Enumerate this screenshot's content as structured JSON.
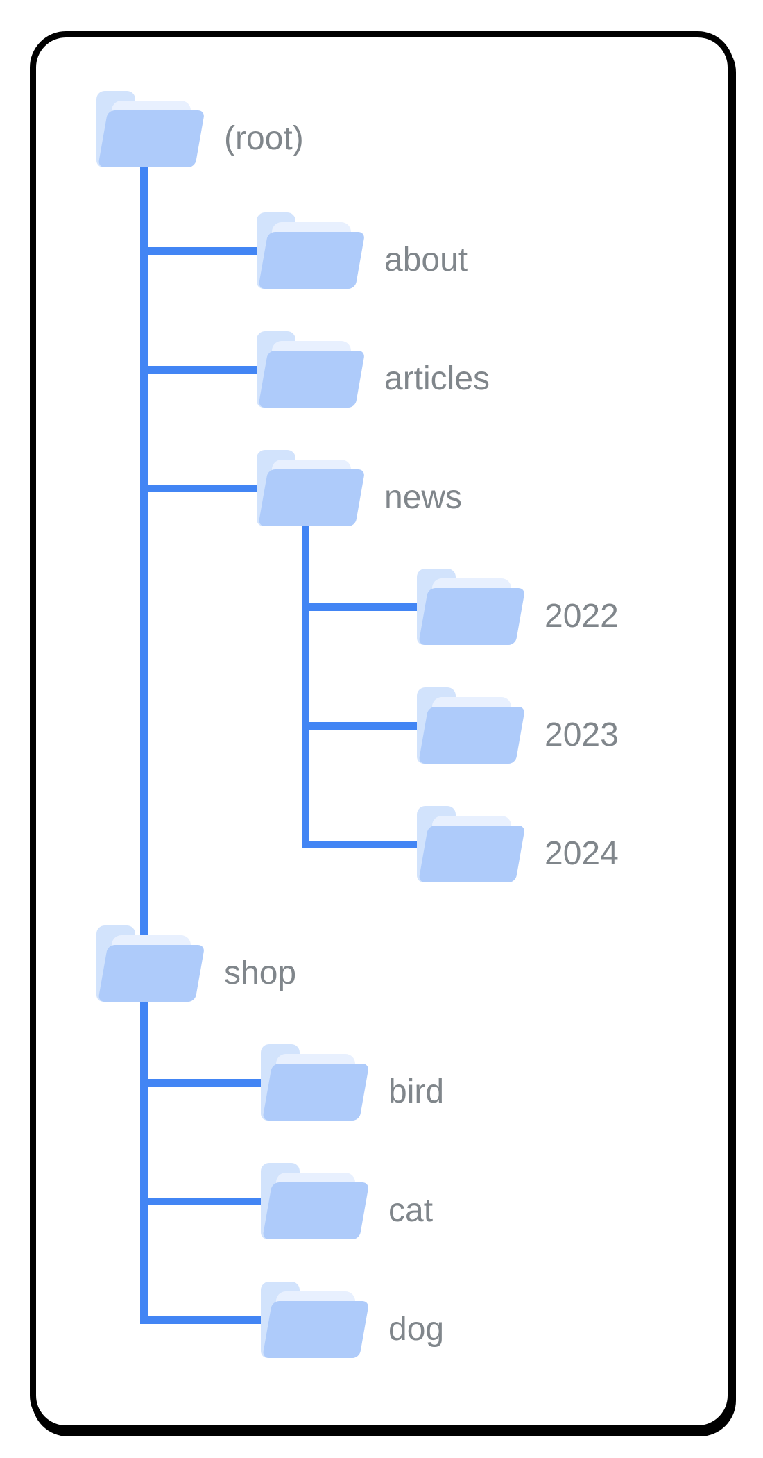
{
  "diagram": {
    "title": "site folder structure tree",
    "palette": {
      "connector_blue": "#4285F4",
      "folder_front": "#AECBFA",
      "folder_back_tab": "#D2E3FC",
      "folder_sheet": "#E8F0FE",
      "label_gray": "#80868B",
      "card_border": "#000000",
      "background": "#FFFFFF"
    }
  },
  "tree": {
    "nodes": [
      {
        "id": "root",
        "label": "(root)",
        "depth": 0,
        "parent": null
      },
      {
        "id": "about",
        "label": "about",
        "depth": 1,
        "parent": "root"
      },
      {
        "id": "articles",
        "label": "articles",
        "depth": 1,
        "parent": "root"
      },
      {
        "id": "news",
        "label": "news",
        "depth": 1,
        "parent": "root"
      },
      {
        "id": "y2022",
        "label": "2022",
        "depth": 2,
        "parent": "news"
      },
      {
        "id": "y2023",
        "label": "2023",
        "depth": 2,
        "parent": "news"
      },
      {
        "id": "y2024",
        "label": "2024",
        "depth": 2,
        "parent": "news"
      },
      {
        "id": "shop",
        "label": "shop",
        "depth": 1,
        "parent": "root"
      },
      {
        "id": "bird",
        "label": "bird",
        "depth": 2,
        "parent": "shop"
      },
      {
        "id": "cat",
        "label": "cat",
        "depth": 2,
        "parent": "shop"
      },
      {
        "id": "dog",
        "label": "dog",
        "depth": 2,
        "parent": "shop"
      }
    ]
  }
}
